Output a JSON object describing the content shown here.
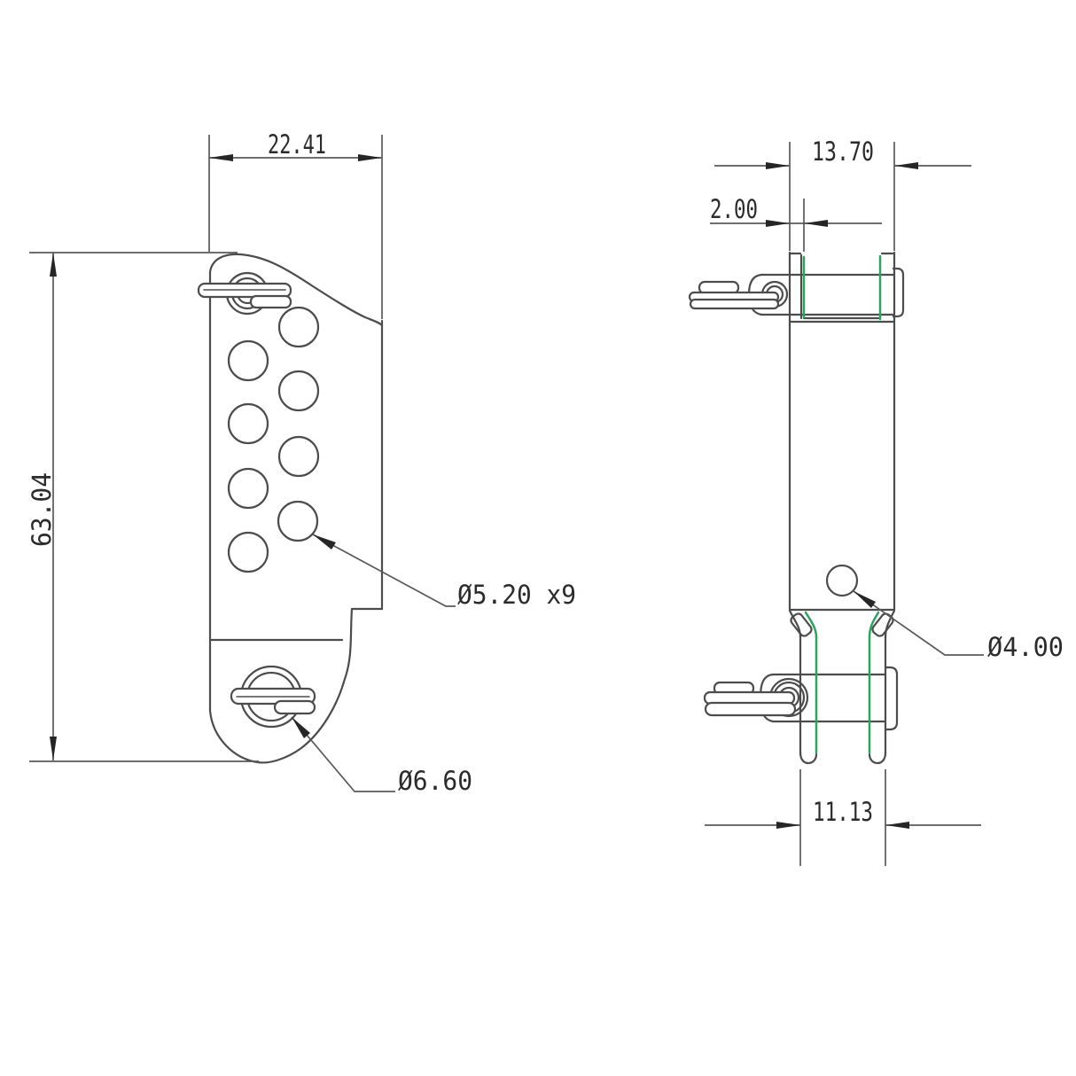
{
  "drawing": {
    "colors": {
      "background": "#ffffff",
      "line": "#4c4c4c",
      "dimension": "#595959",
      "arrow": "#262626",
      "text": "#2b2b2b",
      "accent_green": "#2ca45f"
    },
    "front_view": {
      "width": "22.41",
      "height": "63.04",
      "holes": "Ø5.20 x9",
      "pin_hole": "Ø6.60"
    },
    "side_view": {
      "width": "13.70",
      "wall_thickness": "2.00",
      "hole": "Ø4.00",
      "fork_width": "11.13"
    }
  }
}
